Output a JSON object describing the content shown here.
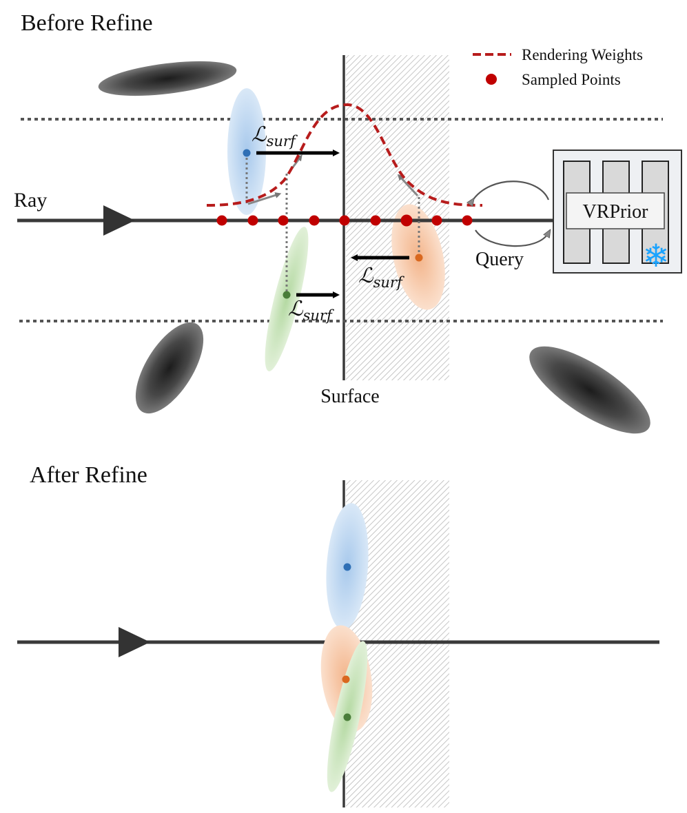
{
  "before": {
    "title": "Before Refine",
    "ray_label": "Ray",
    "surface_label": "Surface",
    "loss_label": "ℒ",
    "loss_subscript": "surf",
    "query_label": "Query",
    "prior_label": "VRPrior",
    "snowflake": "❄"
  },
  "legend": {
    "rendering_weights": "Rendering Weights",
    "sampled_points": "Sampled Points"
  },
  "after": {
    "title": "After Refine"
  },
  "colors": {
    "ray": "#3a3a3a",
    "weights": "#b71c1c",
    "sample": "#c00000",
    "blue": "#2f6fb5",
    "orange": "#d9681f",
    "green": "#4a7d3a",
    "snow": "#1aa3ff"
  }
}
